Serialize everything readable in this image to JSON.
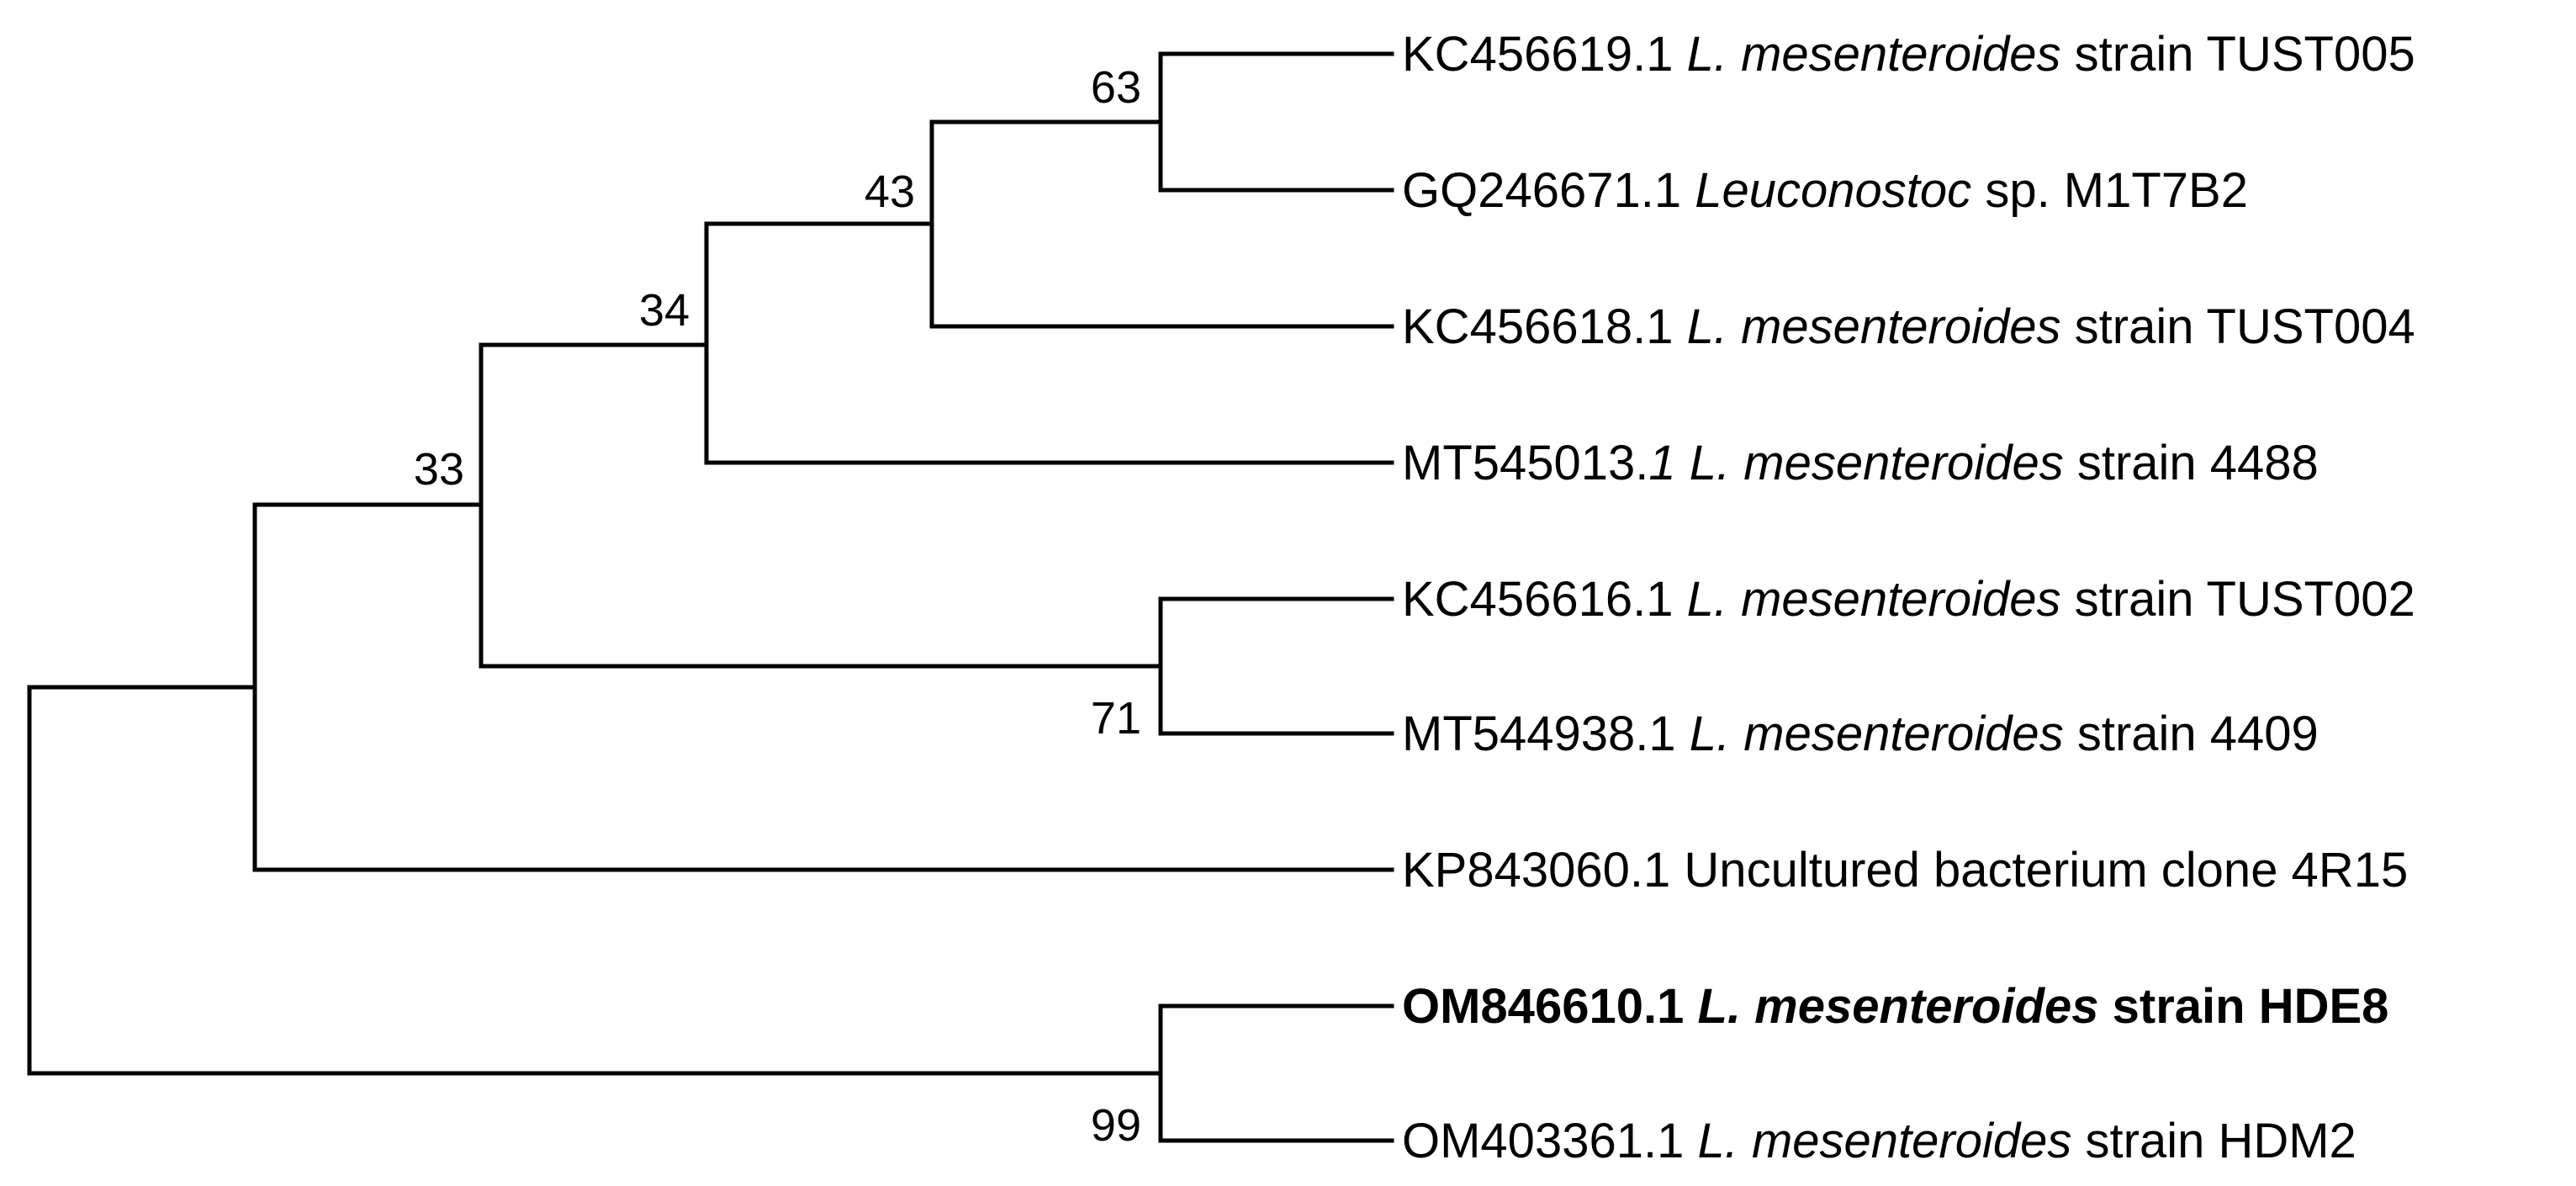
{
  "tree": {
    "leaves": [
      {
        "id": "L1",
        "accession": "KC456619.1",
        "species": "L. mesenteroides",
        "strain": "strain TUST005",
        "species_italic": true,
        "highlight": false
      },
      {
        "id": "L2",
        "accession": "GQ246671.1",
        "species": "Leuconostoc",
        "strain": "sp. M1T7B2",
        "species_italic": true,
        "highlight": false
      },
      {
        "id": "L3",
        "accession": "KC456618.1",
        "species": "L. mesenteroides",
        "strain": "strain TUST004",
        "species_italic": true,
        "highlight": false
      },
      {
        "id": "L4",
        "accession": "MT545013.",
        "accession_italic_suffix": "1",
        "species": "L. mesenteroides",
        "strain": "strain 4488",
        "species_italic": true,
        "highlight": false
      },
      {
        "id": "L5",
        "accession": "KC456616.1",
        "species": "L. mesenteroides",
        "strain": "strain TUST002",
        "species_italic": true,
        "highlight": false
      },
      {
        "id": "L6",
        "accession": "MT544938.1",
        "species": "L. mesenteroides",
        "strain": "strain 4409",
        "species_italic": true,
        "highlight": false
      },
      {
        "id": "L7",
        "accession": "KP843060.1",
        "species": "",
        "strain": "Uncultured bacterium clone 4R15",
        "species_italic": false,
        "highlight": false
      },
      {
        "id": "L8",
        "accession": "OM846610.1",
        "species": "L. mesenteroides",
        "strain": "strain HDE8",
        "species_italic": true,
        "highlight": true
      },
      {
        "id": "L9",
        "accession": "OM403361.1",
        "species": "L. mesenteroides",
        "strain": "strain HDM2",
        "species_italic": true,
        "highlight": false
      }
    ],
    "support_values": [
      {
        "node": "N_L1_L2",
        "value": "63"
      },
      {
        "node": "N_L1_L3",
        "value": "43"
      },
      {
        "node": "N_L1_L4",
        "value": "34"
      },
      {
        "node": "N_L1_L6",
        "value": "33"
      },
      {
        "node": "N_L5_L6",
        "value": "71"
      },
      {
        "node": "N_L8_L9",
        "value": "99"
      }
    ],
    "colors": {
      "branch": "#000000",
      "text": "#000000",
      "background": "#ffffff"
    }
  }
}
